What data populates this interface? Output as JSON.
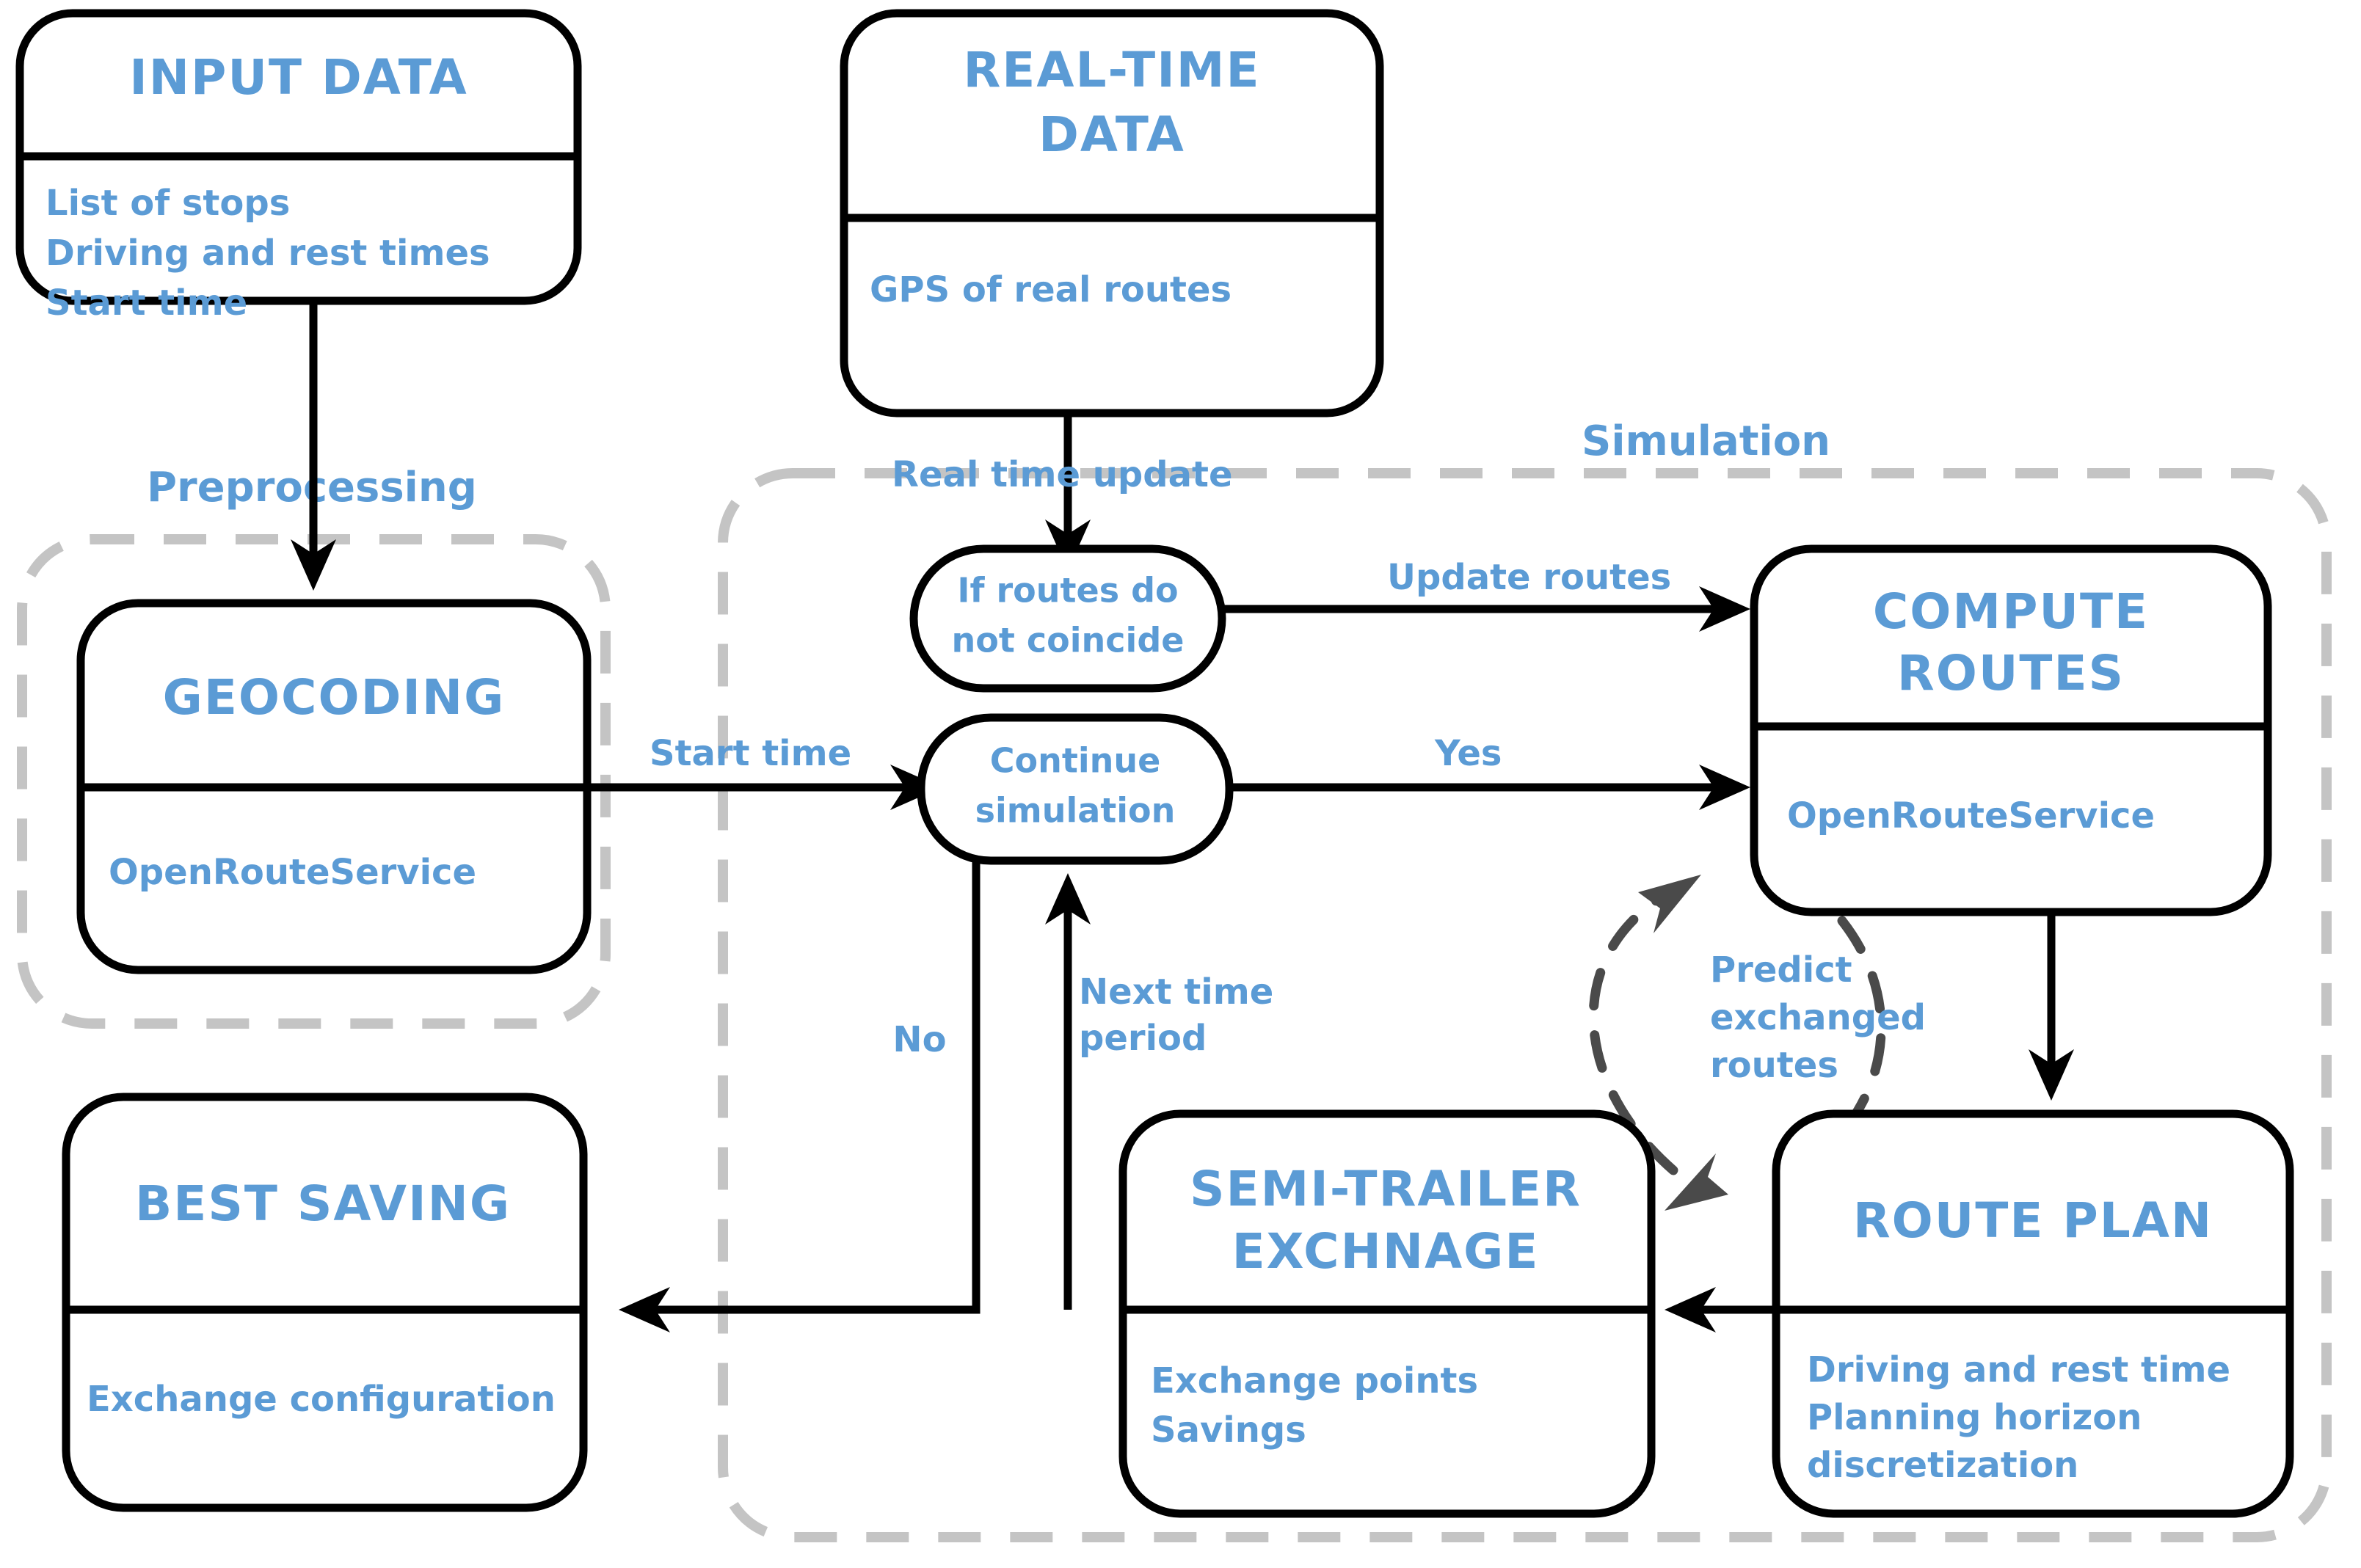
{
  "meta": {
    "accent_blue": "#5B9BD5",
    "stroke_black": "#000000",
    "group_gray": "#c4c4c4",
    "dashed_arrow_gray": "#4a4a4a",
    "background": "#ffffff"
  },
  "groups": [
    {
      "id": "preprocessing",
      "label": "Preprocessing"
    },
    {
      "id": "simulation",
      "label": "Simulation"
    }
  ],
  "nodes": [
    {
      "id": "input-data",
      "shape": "box-two-compartment",
      "title": "INPUT DATA",
      "lines": [
        "List of stops",
        "Driving and rest times",
        "Start time"
      ]
    },
    {
      "id": "real-time-data",
      "shape": "box-two-compartment",
      "title": "REAL-TIME\nDATA",
      "title_lines": [
        "REAL-TIME",
        "DATA"
      ],
      "lines": [
        "GPS of real routes"
      ]
    },
    {
      "id": "geocoding",
      "shape": "box-two-compartment",
      "title": "GEOCODING",
      "lines": [
        "OpenRouteService"
      ]
    },
    {
      "id": "compute-routes",
      "shape": "box-two-compartment",
      "title_lines": [
        "COMPUTE",
        "ROUTES"
      ],
      "lines": [
        "OpenRouteService"
      ]
    },
    {
      "id": "best-saving",
      "shape": "box-two-compartment",
      "title": "BEST SAVING",
      "lines": [
        "Exchange configuration"
      ]
    },
    {
      "id": "semi-trailer-exchange",
      "shape": "box-two-compartment",
      "title_lines": [
        "SEMI-TRAILER",
        "EXCHNAGE"
      ],
      "lines": [
        "Exchange points",
        "Savings"
      ]
    },
    {
      "id": "route-plan",
      "shape": "box-two-compartment",
      "title": "ROUTE PLAN",
      "lines": [
        "Driving and rest time",
        "Planning horizon",
        "discretization"
      ]
    },
    {
      "id": "if-routes-do-not-coincide",
      "shape": "pill",
      "lines": [
        "If routes do",
        "not coincide"
      ]
    },
    {
      "id": "continue-simulation",
      "shape": "pill",
      "lines": [
        "Continue",
        "simulation"
      ]
    }
  ],
  "edges": [
    {
      "id": "input-to-geocoding",
      "label": "",
      "from": "input-data",
      "to": "geocoding",
      "style": "solid"
    },
    {
      "id": "realtime-to-ifroutes",
      "label": "Real time update",
      "from": "real-time-data",
      "to": "if-routes-do-not-coincide",
      "style": "solid"
    },
    {
      "id": "ifroutes-to-compute",
      "label": "Update routes",
      "from": "if-routes-do-not-coincide",
      "to": "compute-routes",
      "style": "solid"
    },
    {
      "id": "geocoding-to-continue",
      "label": "Start time",
      "from": "geocoding",
      "to": "continue-simulation",
      "style": "solid"
    },
    {
      "id": "continue-to-compute",
      "label": "Yes",
      "from": "continue-simulation",
      "to": "compute-routes",
      "style": "solid"
    },
    {
      "id": "continue-to-bestsaving",
      "label": "No",
      "from": "continue-simulation",
      "to": "best-saving",
      "style": "solid"
    },
    {
      "id": "exchange-to-continue",
      "label": "Next time period",
      "label_lines": [
        "Next time",
        "period"
      ],
      "from": "semi-trailer-exchange",
      "to": "continue-simulation",
      "style": "solid"
    },
    {
      "id": "compute-to-routeplan",
      "label": "",
      "from": "compute-routes",
      "to": "route-plan",
      "style": "solid"
    },
    {
      "id": "routeplan-to-exchange",
      "label": "",
      "from": "route-plan",
      "to": "semi-trailer-exchange",
      "style": "solid"
    },
    {
      "id": "predict-exchanged-routes",
      "label": "Predict exchanged routes",
      "label_lines": [
        "Predict",
        "exchanged",
        "routes"
      ],
      "from": "semi-trailer-exchange",
      "to": "compute-routes",
      "style": "dashed",
      "bidirectional": true
    }
  ],
  "labels": {
    "preprocessing": "Preprocessing",
    "simulation": "Simulation",
    "real_time_update": "Real time update",
    "update_routes": "Update routes",
    "start_time": "Start time",
    "yes": "Yes",
    "no": "No",
    "next_time_1": "Next time",
    "next_time_2": "period",
    "predict_1": "Predict",
    "predict_2": "exchanged",
    "predict_3": "routes",
    "input_data_title": "INPUT DATA",
    "input_data_l1": "List of stops",
    "input_data_l2": "Driving and rest times",
    "input_data_l3": "Start time",
    "real_time_title_1": "REAL-TIME",
    "real_time_title_2": "DATA",
    "real_time_l1": "GPS of real routes",
    "geocoding_title": "GEOCODING",
    "geocoding_l1": "OpenRouteService",
    "compute_title_1": "COMPUTE",
    "compute_title_2": "ROUTES",
    "compute_l1": "OpenRouteService",
    "best_saving_title": "BEST SAVING",
    "best_saving_l1": "Exchange configuration",
    "semi_title_1": "SEMI-TRAILER",
    "semi_title_2": "EXCHNAGE",
    "semi_l1": "Exchange points",
    "semi_l2": "Savings",
    "route_plan_title": "ROUTE PLAN",
    "route_plan_l1": "Driving and rest time",
    "route_plan_l2": "Planning horizon",
    "route_plan_l3": "discretization",
    "if_routes_1": "If routes do",
    "if_routes_2": "not coincide",
    "continue_1": "Continue",
    "continue_2": "simulation"
  }
}
